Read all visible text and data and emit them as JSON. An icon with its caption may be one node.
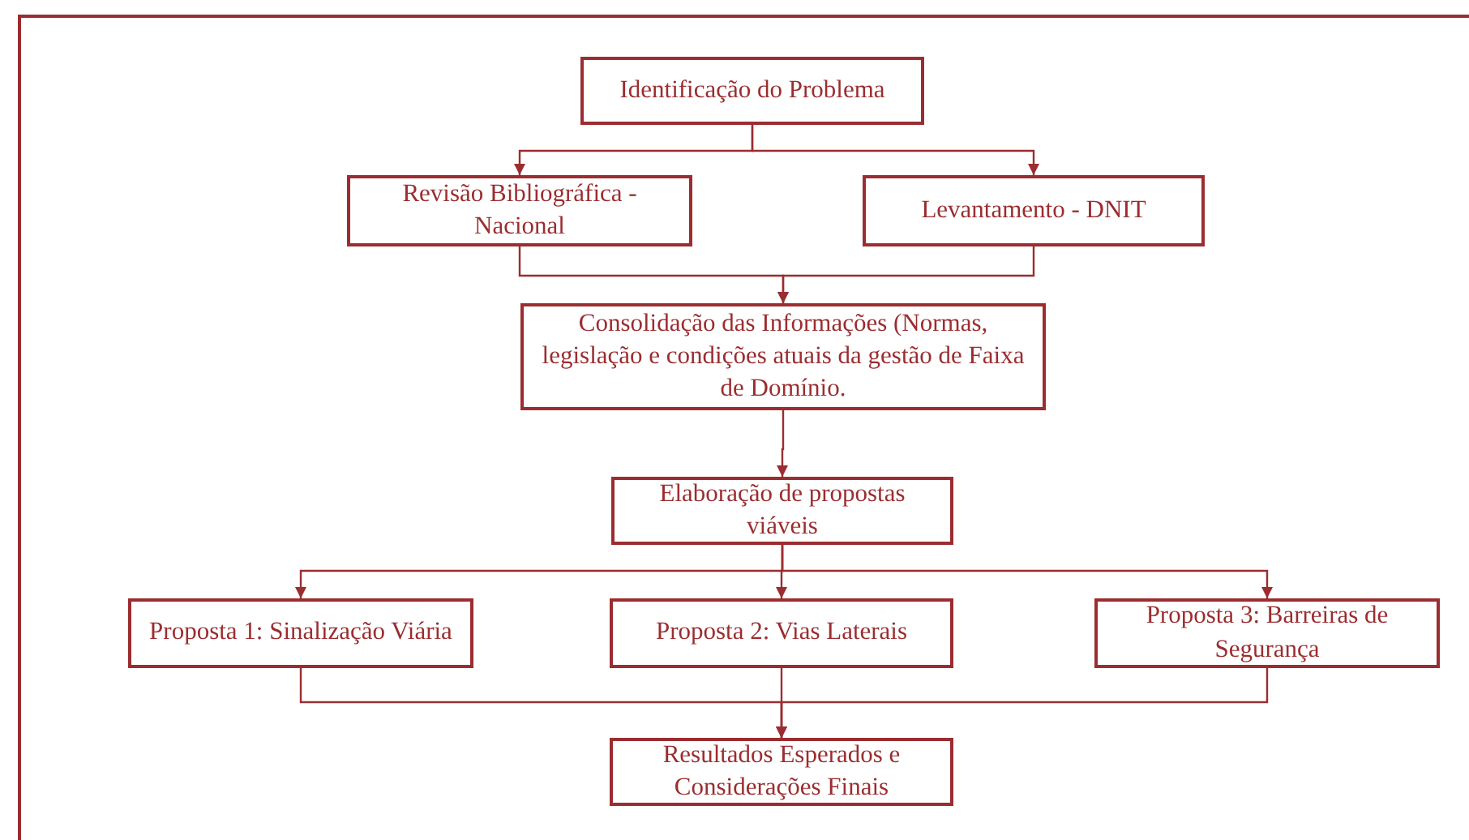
{
  "diagram": {
    "nodes": [
      {
        "text": [
          "Identificação do Problema"
        ]
      },
      {
        "text": [
          "Revisão Bibliográfica - Nacional"
        ]
      },
      {
        "text": [
          "Levantamento - DNIT"
        ]
      },
      {
        "text": [
          "Consolidação das Informações (Normas, legislação e condições atuais da gestão de Faixa de Domínio."
        ]
      },
      {
        "text": [
          "Elaboração de propostas viáveis"
        ]
      },
      {
        "text": [
          "Proposta 1: Sinalização Viária"
        ]
      },
      {
        "text": [
          "Proposta 2: Vias Laterais"
        ]
      },
      {
        "text": [
          "Proposta 3: Barreiras de Segurança"
        ]
      },
      {
        "text": [
          "Resultados Esperados e Considerações Finais"
        ]
      }
    ],
    "edges": [
      {
        "from": 0,
        "to": 1,
        "arrow": "to"
      },
      {
        "from": 0,
        "to": 2,
        "arrow": "to"
      },
      {
        "from": 1,
        "to": 3,
        "arrow": "to"
      },
      {
        "from": 2,
        "to": 3,
        "arrow": "to"
      },
      {
        "from": 3,
        "to": 4,
        "arrow": "to"
      },
      {
        "from": 4,
        "to": 5,
        "arrow": "to"
      },
      {
        "from": 4,
        "to": 6,
        "arrow": "to"
      },
      {
        "from": 4,
        "to": 7,
        "arrow": "to"
      },
      {
        "from": 5,
        "to": 8,
        "arrow": "to"
      },
      {
        "from": 6,
        "to": 8,
        "arrow": "to"
      },
      {
        "from": 7,
        "to": 8,
        "arrow": "to"
      }
    ]
  }
}
